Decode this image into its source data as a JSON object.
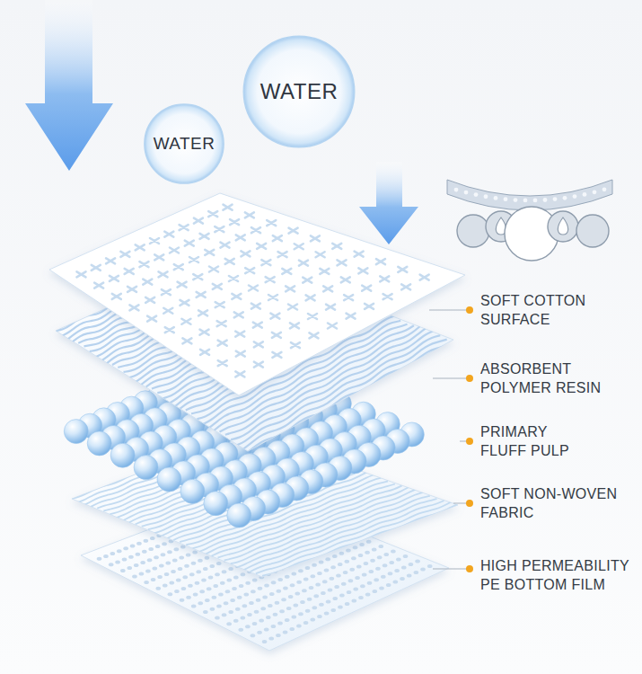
{
  "diagram": {
    "nodes": [
      {
        "text": [
          "WATER"
        ]
      },
      {
        "text": [
          "WATER"
        ]
      }
    ],
    "labels": [
      "SOFT COTTON SURFACE",
      "ABSORBENT POLYMER RESIN",
      "PRIMARY FLUFF PULP",
      "SOFT NON-WOVEN FABRIC",
      "HIGH PERMEABILITY PE BOTTOM FILM"
    ]
  }
}
